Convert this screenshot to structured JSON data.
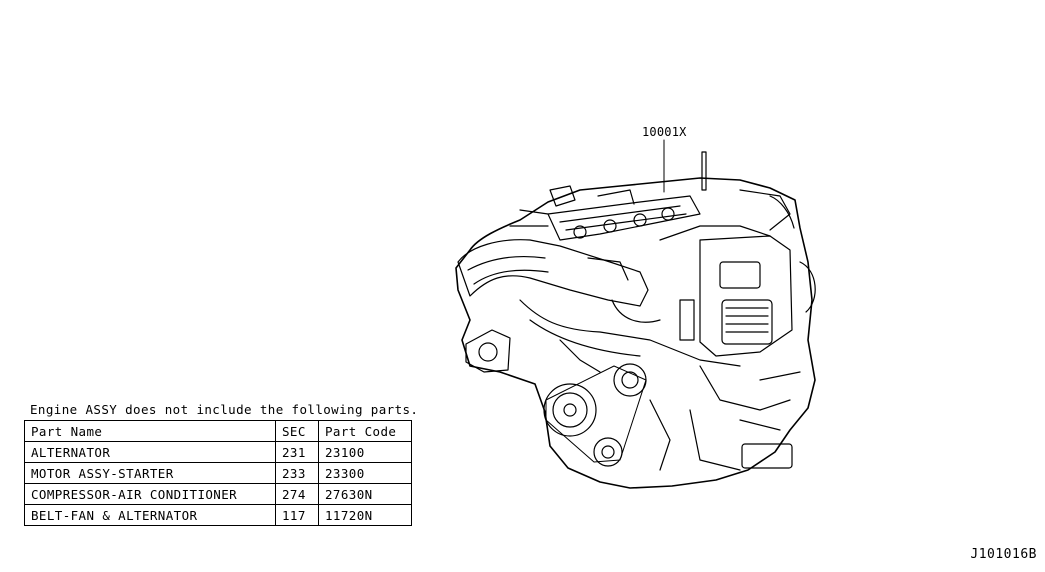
{
  "callout": {
    "part_number": "10001X"
  },
  "note": {
    "text": "Engine ASSY does not include the following parts."
  },
  "parts_table": {
    "headers": [
      "Part Name",
      "SEC",
      "Part Code"
    ],
    "rows": [
      [
        "ALTERNATOR",
        "231",
        "23100"
      ],
      [
        "MOTOR ASSY-STARTER",
        "233",
        "23300"
      ],
      [
        "COMPRESSOR-AIR CONDITIONER",
        "274",
        "27630N"
      ],
      [
        "BELT-FAN & ALTERNATOR",
        "117",
        "11720N"
      ]
    ]
  },
  "figure_id": "J101016B",
  "colors": {
    "line": "#000000",
    "background": "#ffffff"
  },
  "icons": {
    "drawing": "engine-assembly-illustration"
  }
}
